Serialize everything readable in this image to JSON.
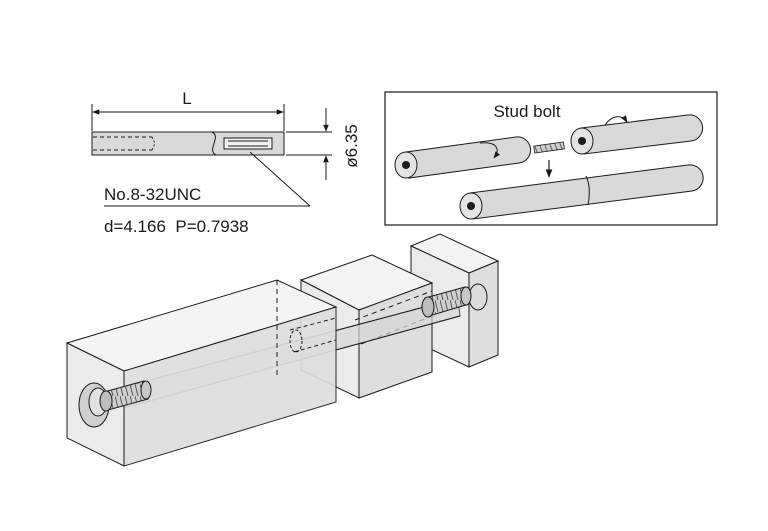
{
  "dimension": {
    "length_label": "L",
    "diameter_label": "ø6.35"
  },
  "thread": {
    "spec": "No.8-32UNC",
    "params": "d=4.166  P=0.7938"
  },
  "inset": {
    "stud_bolt_label": "Stud bolt"
  },
  "colors": {
    "line": "#1a1a1a",
    "rod_fill": "#d9d9d9",
    "block_fill": "#ebebeb",
    "block_top": "#f4f4f4",
    "block_side": "#dedede",
    "thread_fill": "#c8c8c8"
  }
}
